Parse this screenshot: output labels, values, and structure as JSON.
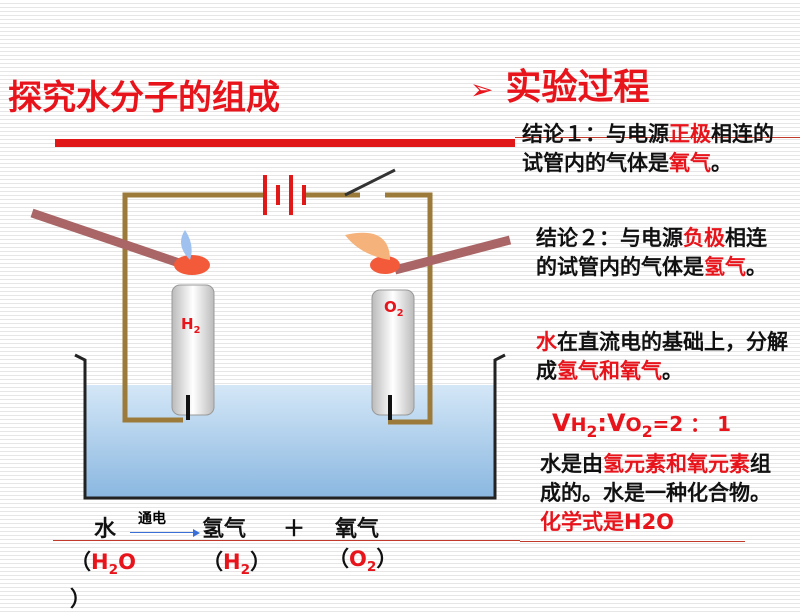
{
  "title": "探究水分子的组成",
  "section": {
    "bullet": "➢",
    "label": "实验过程"
  },
  "conclusion1": {
    "a": "结论１：与电源",
    "b": "正极",
    "c": "相连的试管内的气体是",
    "d": "氧气",
    "e": "。"
  },
  "conclusion2": {
    "a": "结论２：与电源",
    "b": "负极",
    "c": "相连的试管内的气体是",
    "d": "氢气",
    "e": "。"
  },
  "summary": {
    "a": "水",
    "b": "在直流电的基础上，分解成",
    "c": "氢气和氧气",
    "d": "。"
  },
  "ratio": {
    "v1": "V",
    "h": "H",
    "s1": "2",
    "colon": ":",
    "v2": "V",
    "o": "O",
    "s2": "2",
    "rest": "=2 ： 1"
  },
  "composition": {
    "a": "水是由",
    "b": "氢元素和氧元素",
    "c": "组成的。水是一种化合物。",
    "d": "化学式是H2O"
  },
  "diagram": {
    "tube_left": "H",
    "tube_left_sub": "2",
    "tube_right": "O",
    "tube_right_sub": "2"
  },
  "equation": {
    "water": "水",
    "condition": "通电",
    "hydrogen": "氢气",
    "plus": "＋",
    "oxygen": "氧气",
    "water_formula": "H",
    "water_sub": "2",
    "water_tail": "O",
    "h2": "H",
    "h2_sub": "2",
    "o2": "O",
    "o2_sub": "2",
    "lp": "（",
    "rp": "）"
  },
  "colors": {
    "accent": "#e8141b"
  }
}
